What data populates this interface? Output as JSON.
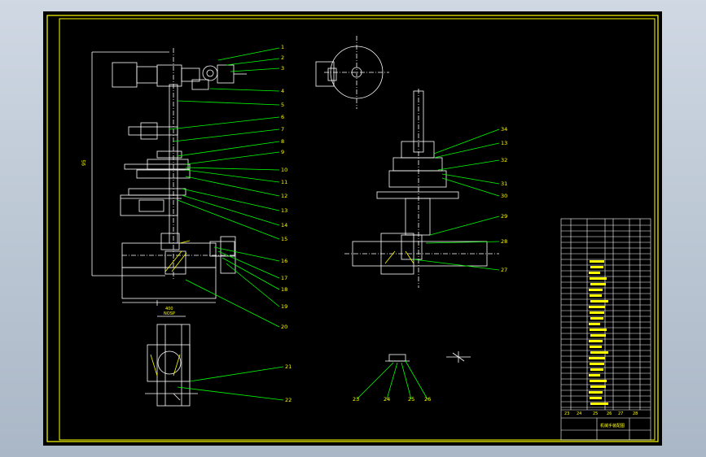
{
  "drawing": {
    "colors": {
      "background": "#000000",
      "frame": "#ffff00",
      "part": "#ffffff",
      "leader": "#00ff00",
      "label": "#ffff00",
      "table": "#ffffff"
    },
    "dimensions": {
      "left_vertical": "95",
      "bottom_width": "400",
      "detail_title": "NOSP"
    },
    "balloons": [
      "1",
      "2",
      "3",
      "4",
      "5",
      "6",
      "7",
      "8",
      "9",
      "10",
      "11",
      "12",
      "13",
      "14",
      "15",
      "16",
      "17",
      "18",
      "19",
      "20",
      "21",
      "22",
      "23",
      "24",
      "25",
      "26",
      "27",
      "28",
      "29",
      "30",
      "31",
      "32",
      "13",
      "34"
    ],
    "title_block": {
      "header_cells": [
        "23",
        "24",
        "25",
        "26",
        "27",
        "28"
      ],
      "footer_text": "机械手装配图"
    }
  }
}
